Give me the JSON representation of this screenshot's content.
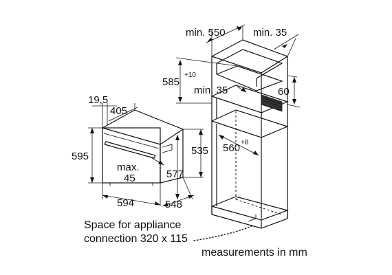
{
  "cabinet": {
    "width_label": "min. 550",
    "depth_label": "min. 35",
    "niche_height_label": "585",
    "niche_height_tolerance": "+10",
    "rear_gap_label": "min. 35",
    "vent_label": "60",
    "niche_width_label": "560",
    "niche_width_tolerance": "+8"
  },
  "oven": {
    "front_offset_label": "19,5",
    "body_depth_label": "405",
    "height_label": "595",
    "inner_height_label": "535",
    "door_height_label": "577",
    "max_label_line1": "max.",
    "max_label_line2": "45",
    "width_label": "594",
    "depth_label": "548"
  },
  "notes": {
    "connection_line1": "Space for appliance",
    "connection_line2": "connection 320 x 115",
    "units": "measurements in mm"
  }
}
